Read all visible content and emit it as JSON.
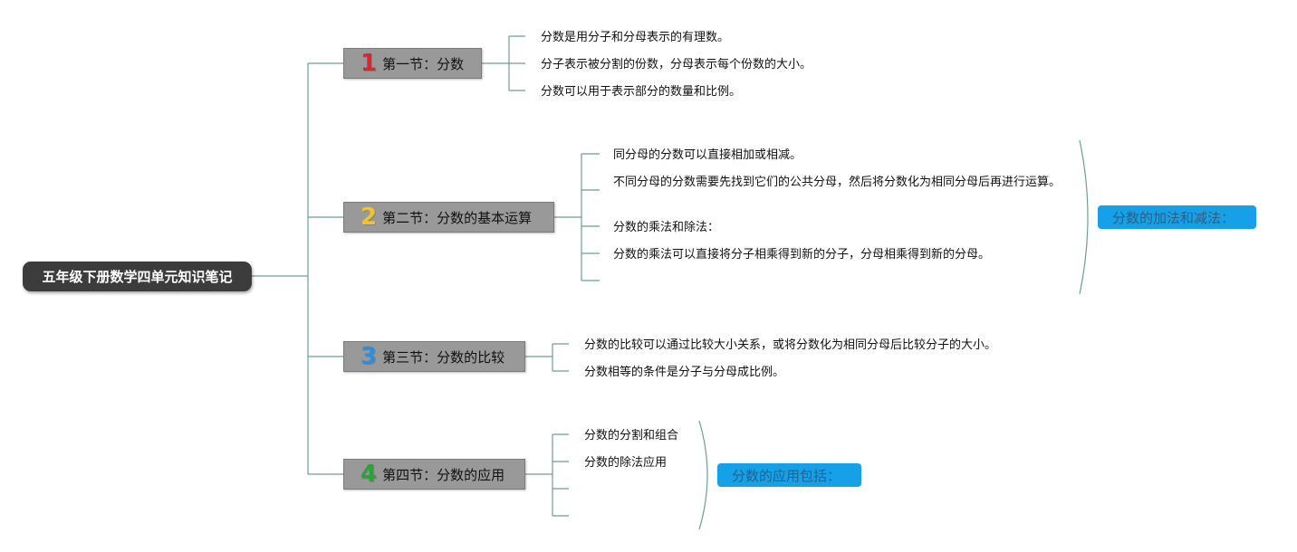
{
  "root": {
    "label": "五年级下册数学四单元知识笔记"
  },
  "sections": [
    {
      "num": "1",
      "num_color": "#d9262f",
      "label": "第一节：分数",
      "items": [
        "分数是用分子和分母表示的有理数。",
        "分子表示被分割的份数，分母表示每个份数的大小。",
        "分数可以用于表示部分的数量和比例。"
      ]
    },
    {
      "num": "2",
      "num_color": "#f2c32f",
      "label": "第二节：分数的基本运算",
      "items": [
        "同分母的分数可以直接相加或相减。",
        "不同分母的分数需要先找到它们的公共分母，然后将分数化为相同分母后再进行运算。",
        "分数的乘法和除法：",
        "分数的乘法可以直接将分子相乘得到新的分子，分母相乘得到新的分母。"
      ],
      "summary": "分数的加法和减法："
    },
    {
      "num": "3",
      "num_color": "#2a8fde",
      "label": "第三节：分数的比较",
      "items": [
        "分数的比较可以通过比较大小关系，或将分数化为相同分母后比较分子的大小。",
        "分数相等的条件是分子与分母成比例。"
      ]
    },
    {
      "num": "4",
      "num_color": "#27a436",
      "label": "第四节：分数的应用",
      "items": [
        "分数的分割和组合",
        "分数的除法应用"
      ],
      "summary": "分数的应用包括："
    }
  ],
  "colors": {
    "connector": "#6e9e8c",
    "root_bg": "#3c3c3c",
    "section_bg": "#999999",
    "summary_bg": "#16a0e8"
  }
}
